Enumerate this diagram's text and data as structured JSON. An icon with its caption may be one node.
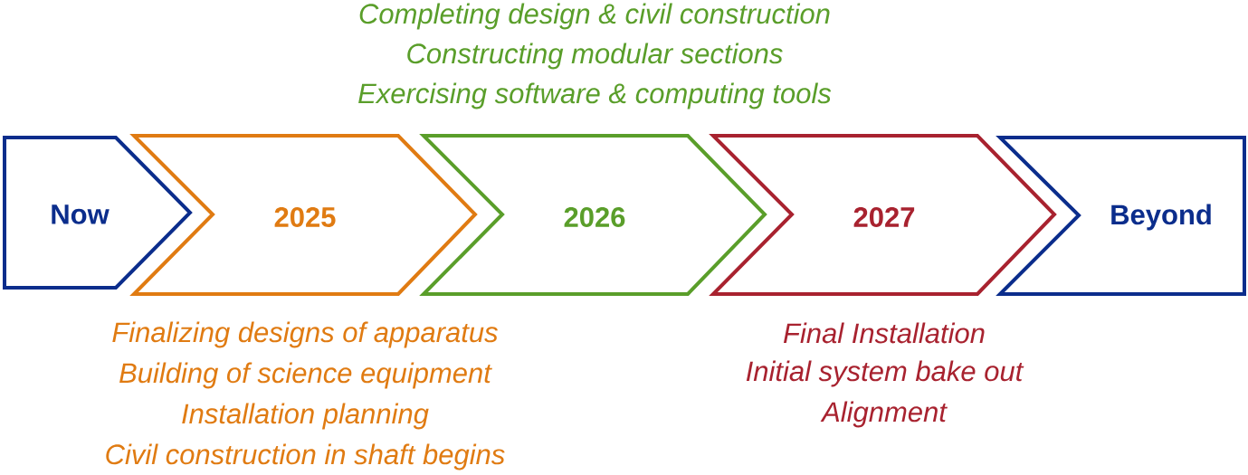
{
  "diagram": {
    "nodes": [
      {
        "text": [
          "Now"
        ]
      },
      {
        "text": [
          "2025"
        ],
        "beside": [
          "Finalizing designs of apparatus",
          "Building of science equipment",
          "Installation planning",
          "Civil construction in shaft begins"
        ]
      },
      {
        "text": [
          "2026"
        ],
        "beside": [
          "Completing design & civil construction",
          "Constructing modular sections",
          "Exercising software & computing tools"
        ]
      },
      {
        "text": [
          "2027"
        ],
        "beside": [
          "Final Installation",
          "Initial system bake out",
          "Alignment"
        ]
      },
      {
        "text": [
          "Beyond"
        ]
      }
    ]
  }
}
